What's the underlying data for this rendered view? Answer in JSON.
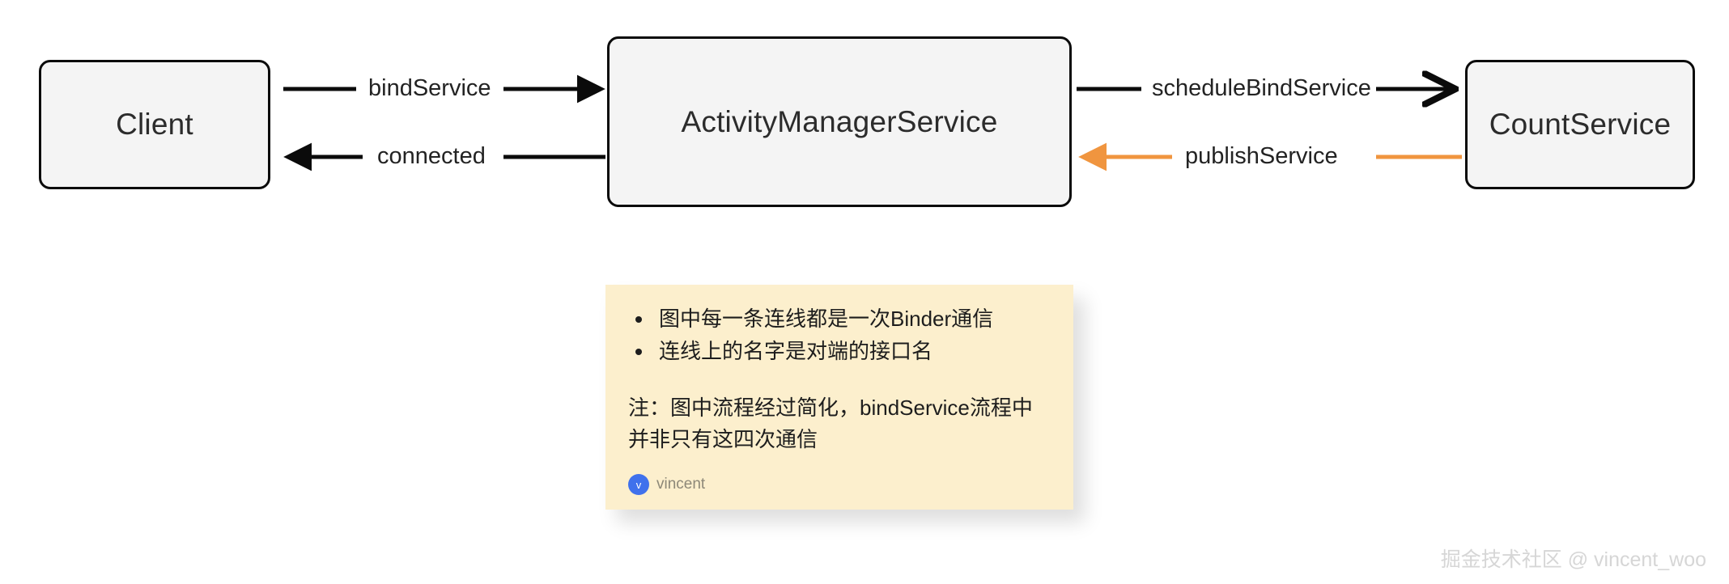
{
  "diagram": {
    "nodes": [
      {
        "id": "client",
        "label": "Client"
      },
      {
        "id": "ams",
        "label": "ActivityManagerService"
      },
      {
        "id": "countservice",
        "label": "CountService"
      }
    ],
    "edges": [
      {
        "id": "bindservice",
        "label": "bindService",
        "from": "client",
        "to": "ams",
        "direction": "right",
        "color": "#0b0b0b",
        "arrowhead": "filled"
      },
      {
        "id": "connected",
        "label": "connected",
        "from": "ams",
        "to": "client",
        "direction": "left",
        "color": "#0b0b0b",
        "arrowhead": "filled"
      },
      {
        "id": "schedulebind",
        "label": "scheduleBindService",
        "from": "ams",
        "to": "countservice",
        "direction": "right",
        "color": "#0b0b0b",
        "arrowhead": "open"
      },
      {
        "id": "publishservice",
        "label": "publishService",
        "from": "countservice",
        "to": "ams",
        "direction": "left",
        "color": "#f0953f",
        "arrowhead": "filled"
      }
    ],
    "colors": {
      "node_fill": "#f4f4f4",
      "node_border": "#0b0b0b",
      "edge_default": "#0b0b0b",
      "edge_highlight": "#f0953f",
      "note_background": "#fcefcd"
    }
  },
  "note": {
    "bullets": [
      "图中每一条连线都是一次Binder通信",
      "连线上的名字是对端的接口名"
    ],
    "paragraph": "注：图中流程经过简化，bindService流程中并非只有这四次通信",
    "author": {
      "avatar_initial": "v",
      "name": "vincent"
    }
  },
  "watermark": {
    "text": "掘金技术社区 @ vincent_woo"
  }
}
